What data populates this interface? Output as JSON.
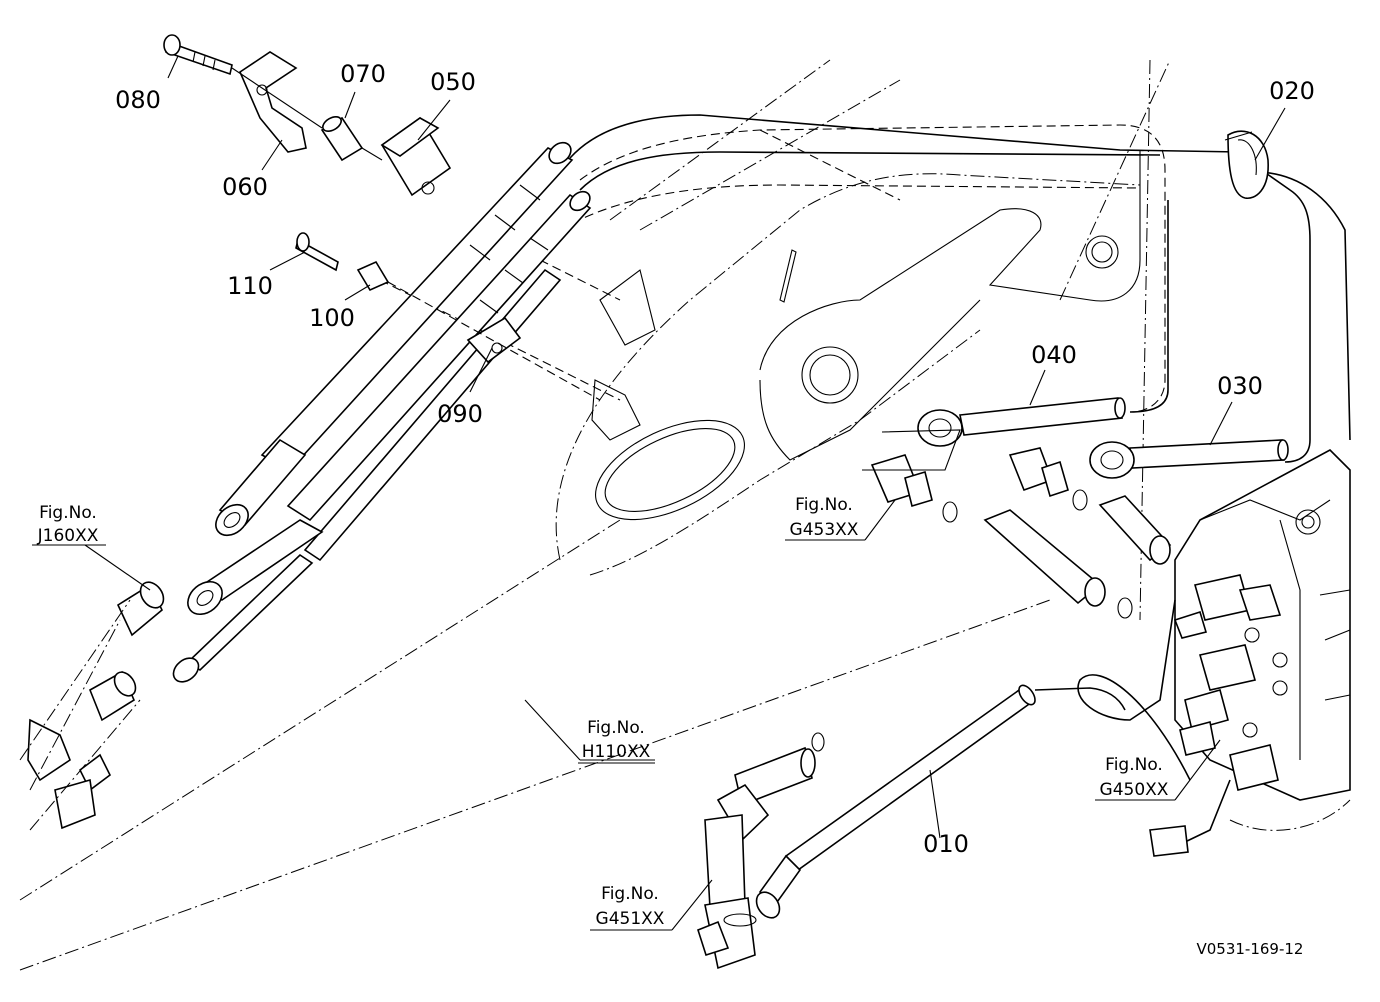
{
  "diagram": {
    "callouts": [
      {
        "id": "c010",
        "text": "010"
      },
      {
        "id": "c020",
        "text": "020"
      },
      {
        "id": "c030",
        "text": "030"
      },
      {
        "id": "c040",
        "text": "040"
      },
      {
        "id": "c050",
        "text": "050"
      },
      {
        "id": "c060",
        "text": "060"
      },
      {
        "id": "c070",
        "text": "070"
      },
      {
        "id": "c080",
        "text": "080"
      },
      {
        "id": "c090",
        "text": "090"
      },
      {
        "id": "c100",
        "text": "100"
      },
      {
        "id": "c110",
        "text": "110"
      }
    ],
    "figure_refs": [
      {
        "id": "j160",
        "label": "Fig.No.",
        "code": "J160XX"
      },
      {
        "id": "h110",
        "label": "Fig.No.",
        "code": "H110XX"
      },
      {
        "id": "g453",
        "label": "Fig.No.",
        "code": "G453XX"
      },
      {
        "id": "g450",
        "label": "Fig.No.",
        "code": "G450XX"
      },
      {
        "id": "g451",
        "label": "Fig.No.",
        "code": "G451XX"
      }
    ],
    "drawing_code": "V0531-169-12"
  }
}
